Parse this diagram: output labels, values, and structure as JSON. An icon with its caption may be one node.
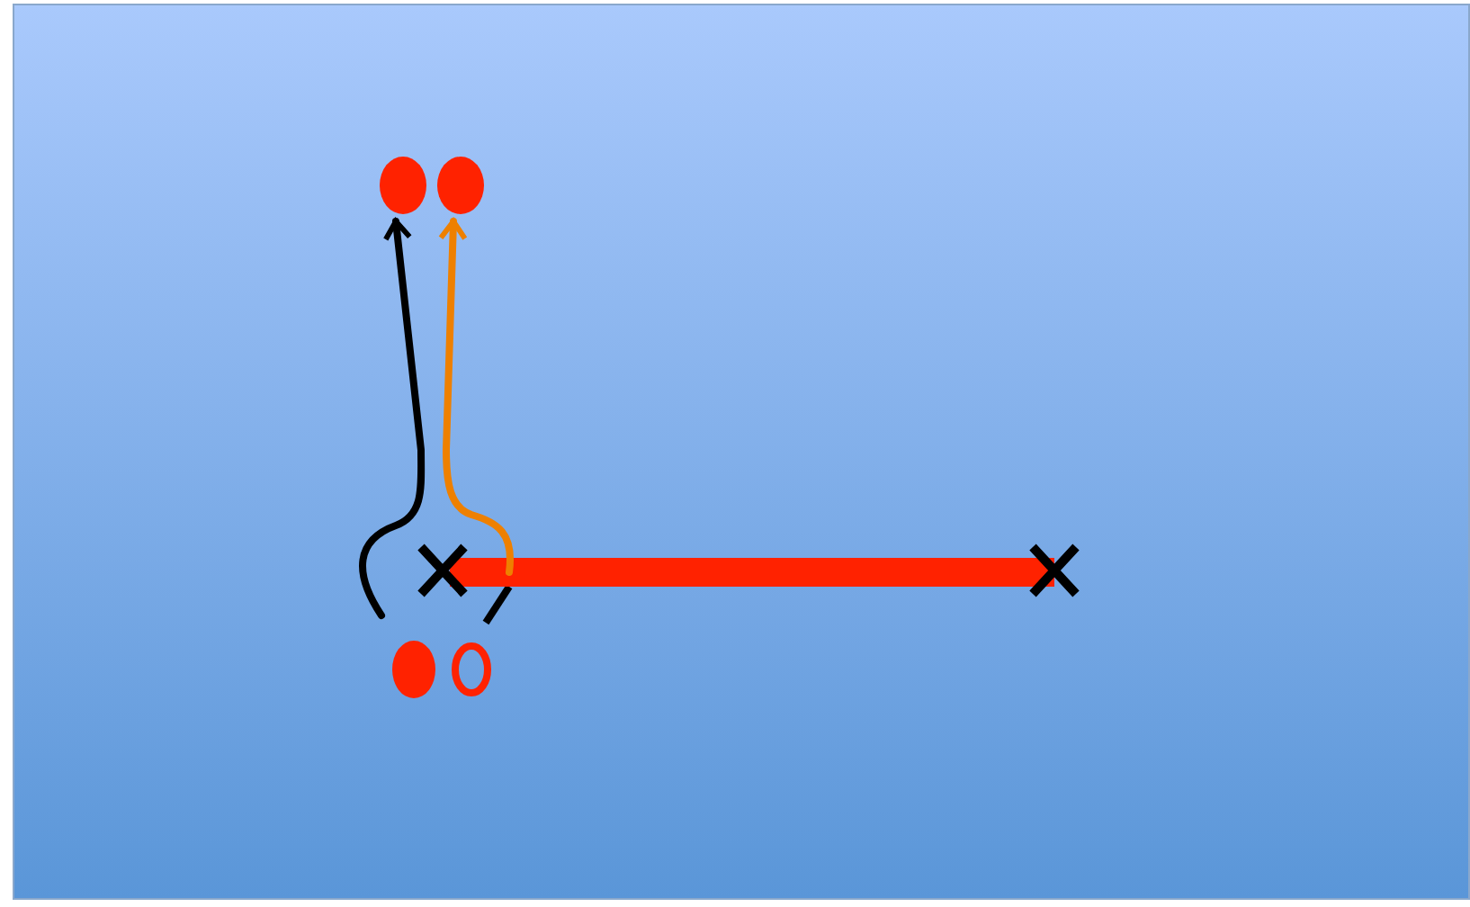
{
  "diagram": {
    "nodes": [
      {
        "text": [],
        "shape": "circle"
      },
      {
        "text": [],
        "shape": "circle"
      },
      {
        "text": [],
        "shape": "bar"
      },
      {
        "text": [],
        "shape": "circle"
      },
      {
        "text": [],
        "shape": "circle"
      }
    ],
    "edges": [
      {
        "from": null,
        "to": 0,
        "arrow": "to",
        "color": "#000000"
      },
      {
        "from": 2,
        "to": 1,
        "arrow": "to",
        "color": "#ee8000"
      }
    ]
  }
}
